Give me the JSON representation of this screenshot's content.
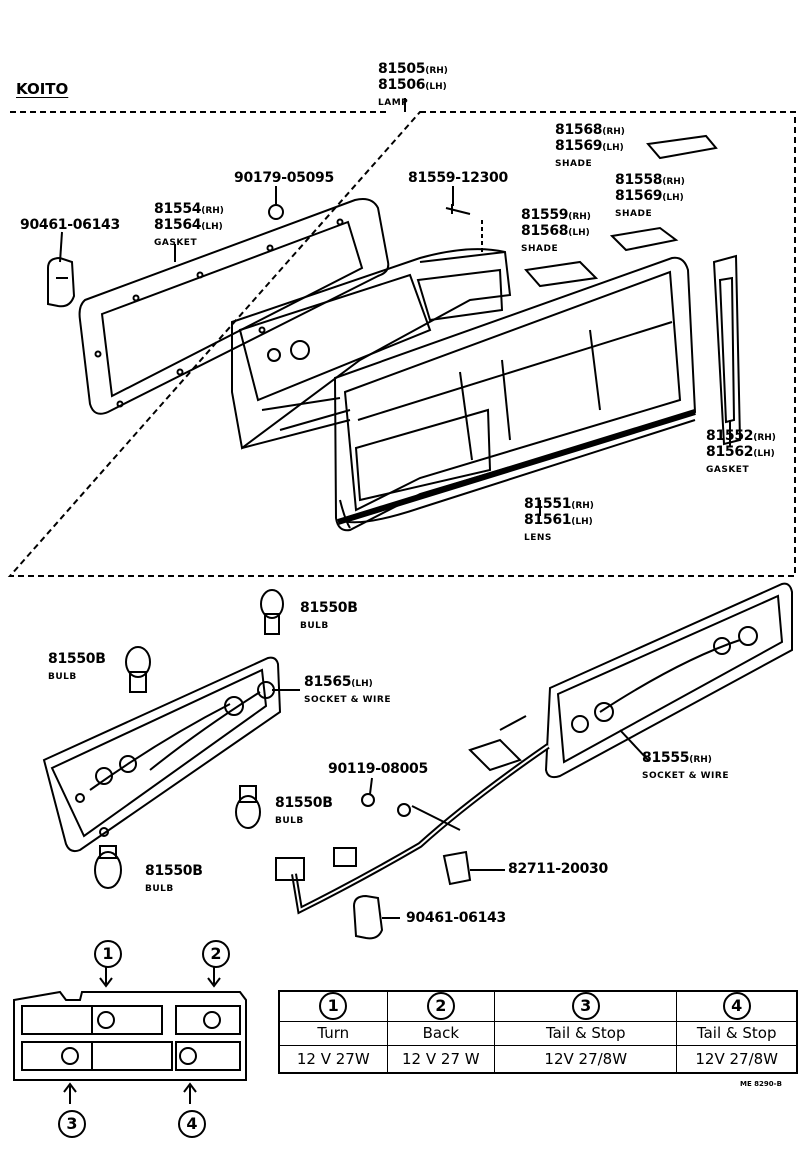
{
  "brand": "KOITO",
  "lamp": {
    "pn_rh": "81505",
    "pn_lh": "81506",
    "rh": "(RH)",
    "lh": "(LH)",
    "name": "LAMP"
  },
  "shade_top": {
    "pn_rh": "81568",
    "pn_lh": "81569",
    "rh": "(RH)",
    "lh": "(LH)",
    "name": "SHADE"
  },
  "shade_mid": {
    "pn_rh": "81558",
    "pn_lh": "81569",
    "rh": "(RH)",
    "lh": "(LH)",
    "name": "SHADE"
  },
  "shade_small": {
    "pn_rh": "81559",
    "pn_lh": "81568",
    "rh": "(RH)",
    "lh": "(LH)",
    "name": "SHADE"
  },
  "screw_a": {
    "pn": "90179-05095"
  },
  "screw_b": {
    "pn": "81559-12300"
  },
  "gasket_back": {
    "pn_rh": "81554",
    "pn_lh": "81564",
    "rh": "(RH)",
    "lh": "(LH)",
    "name": "GASKET"
  },
  "clip_top": {
    "pn": "90461-06143"
  },
  "gasket_side": {
    "pn_rh": "81552",
    "pn_lh": "81562",
    "rh": "(RH)",
    "lh": "(LH)",
    "name": "GASKET"
  },
  "lens": {
    "pn_rh": "81551",
    "pn_lh": "81561",
    "rh": "(RH)",
    "lh": "(LH)",
    "name": "LENS"
  },
  "bulbs": [
    {
      "pn": "81550B",
      "name": "BULB"
    },
    {
      "pn": "81550B",
      "name": "BULB"
    },
    {
      "pn": "81550B",
      "name": "BULB"
    },
    {
      "pn": "81550B",
      "name": "BULB"
    }
  ],
  "socket_lh": {
    "pn": "81565",
    "side": "(LH)",
    "name": "SOCKET & WIRE"
  },
  "socket_rh": {
    "pn": "81555",
    "side": "(RH)",
    "name": "SOCKET & WIRE"
  },
  "screw_c": {
    "pn": "90119-08005"
  },
  "clamp": {
    "pn": "82711-20030"
  },
  "clip_bottom": {
    "pn": "90461-06143"
  },
  "positions": [
    "1",
    "2",
    "3",
    "4"
  ],
  "table": {
    "headers": [
      "1",
      "2",
      "3",
      "4"
    ],
    "functions": [
      "Turn",
      "Back",
      "Tail & Stop",
      "Tail & Stop"
    ],
    "ratings": [
      "12 V 27W",
      "12 V 27 W",
      "12V  27/8W",
      "12V  27/8W"
    ]
  },
  "ref_code": "ME  8290-B"
}
